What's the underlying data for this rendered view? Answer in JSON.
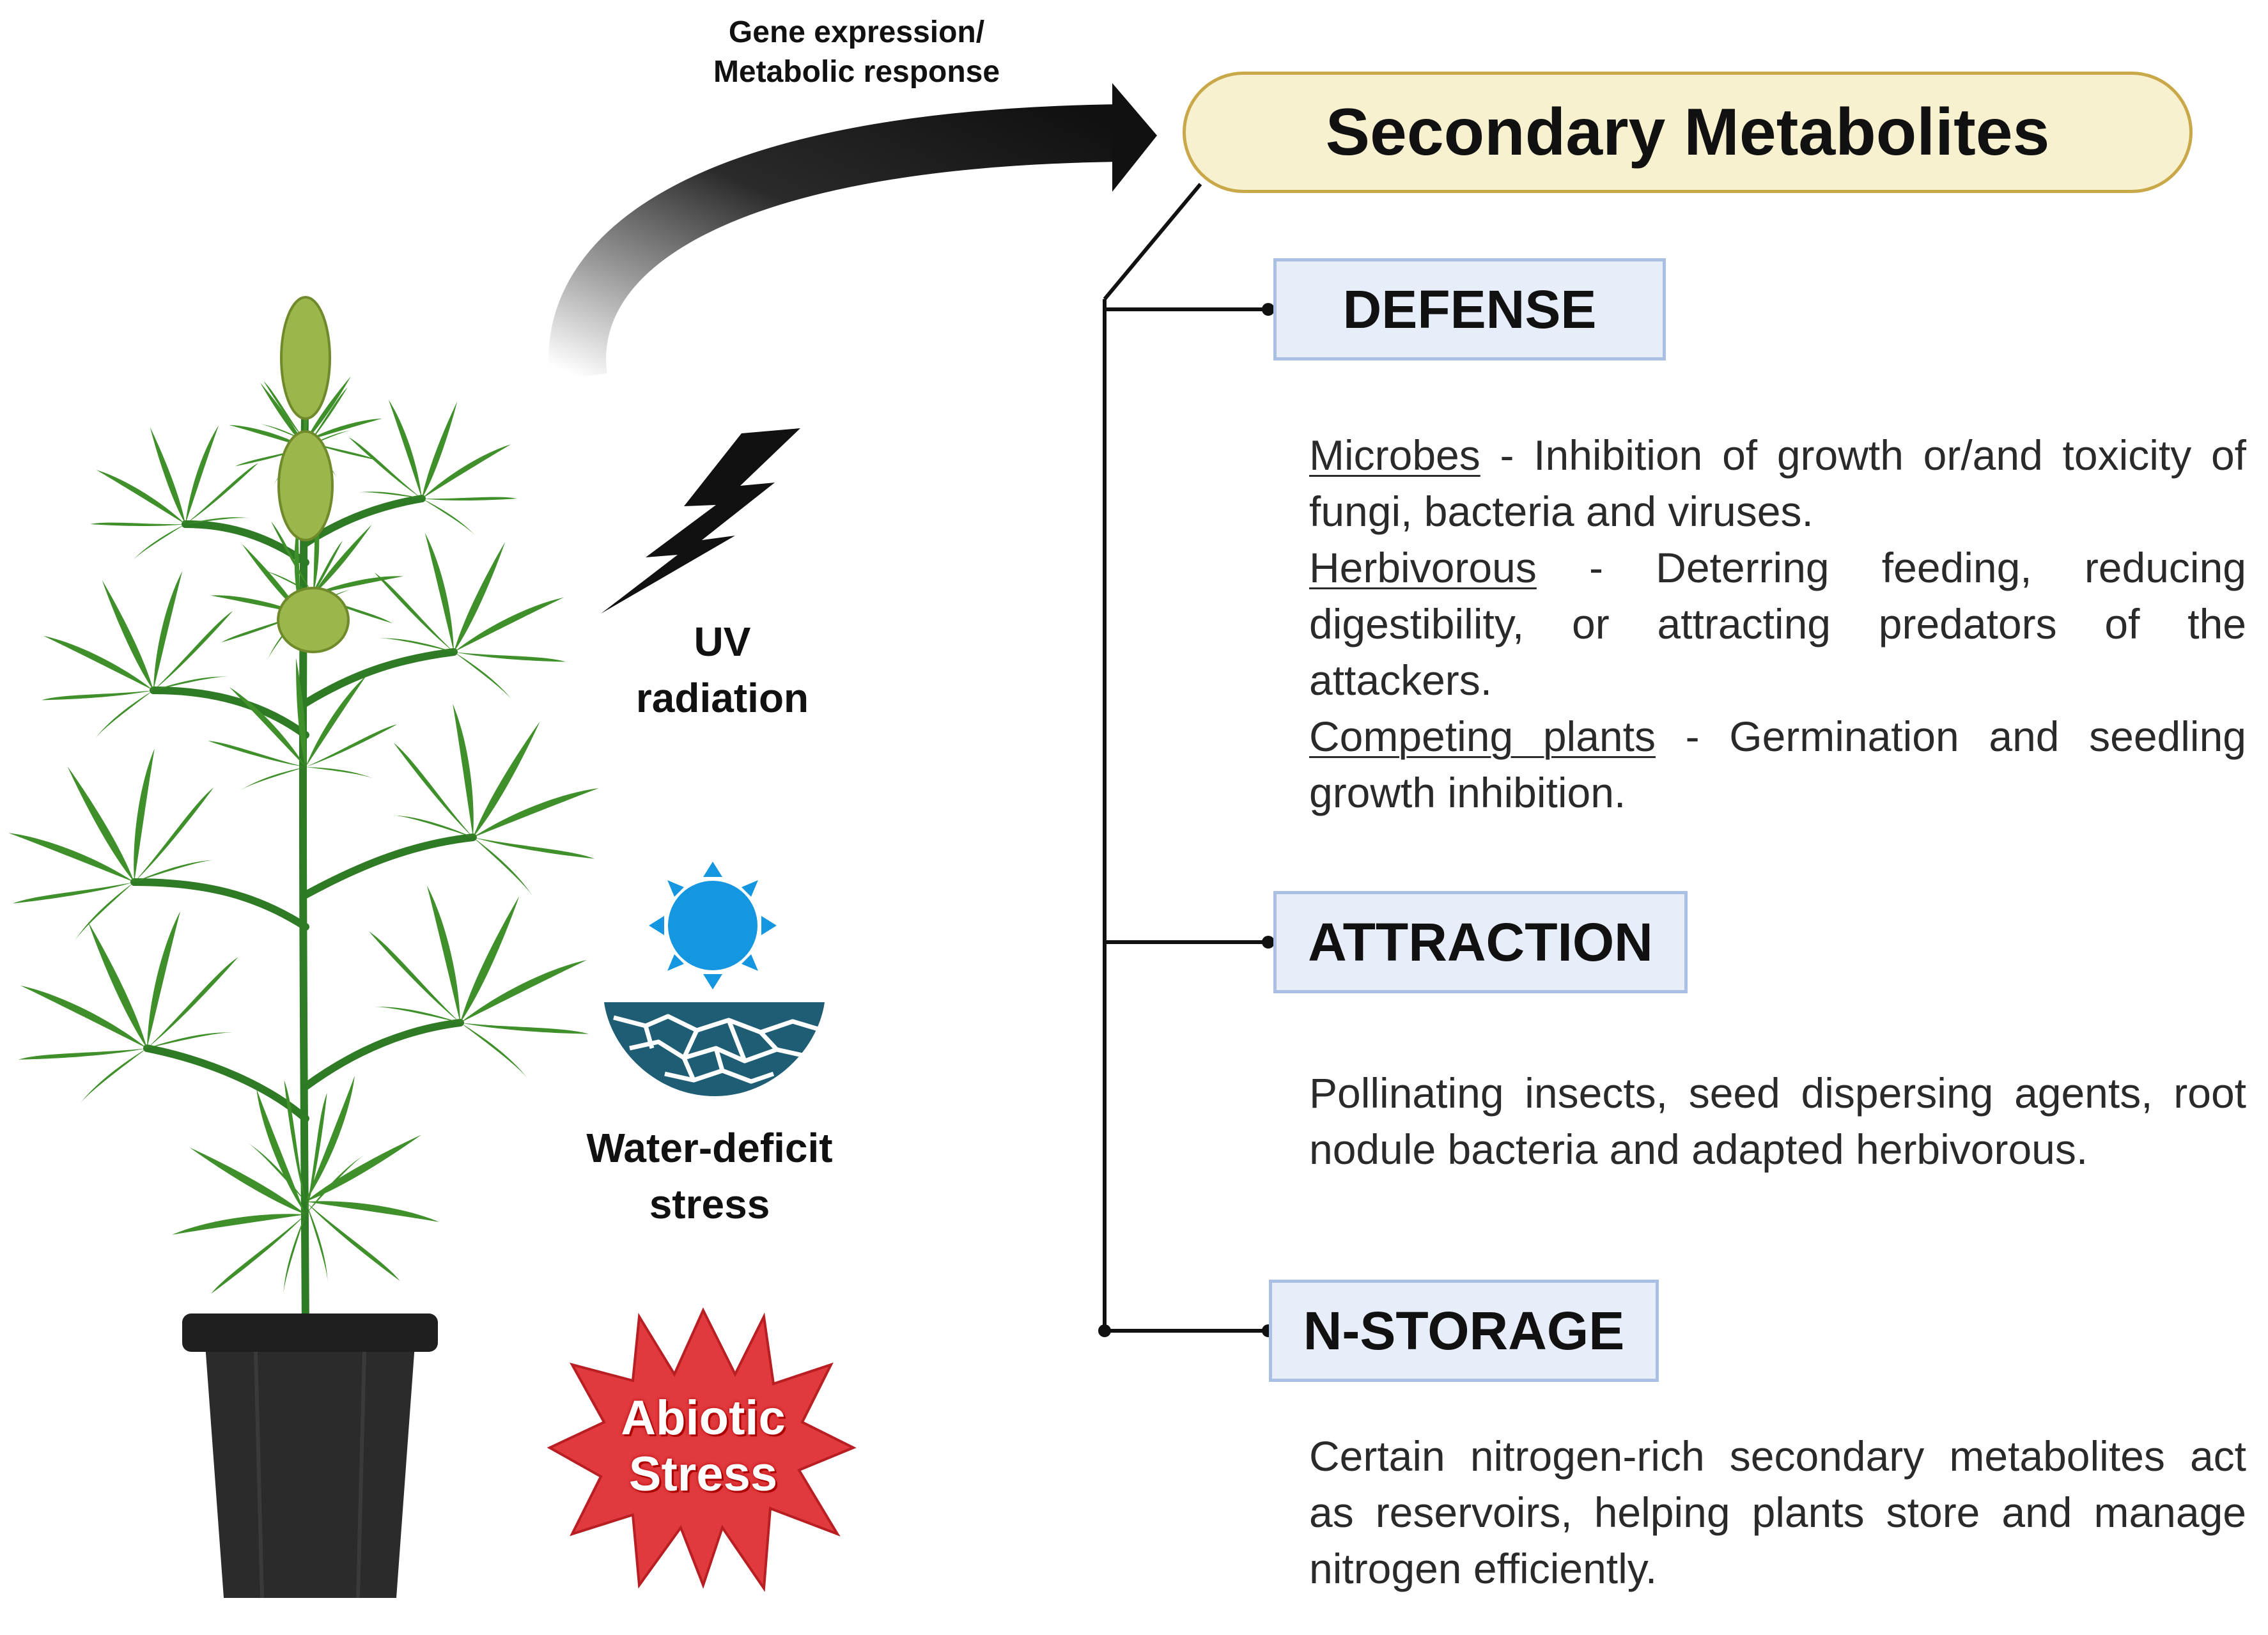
{
  "arrow_label": {
    "line1": "Gene expression/",
    "line2": "Metabolic response"
  },
  "title": "Secondary Metabolites",
  "stresses": {
    "uv": {
      "line1": "UV",
      "line2": "radiation",
      "icon": "lightning-bolt-icon"
    },
    "water": {
      "line1": "Water-deficit",
      "line2": "stress",
      "icon": "sun-and-cracked-soil-icon"
    },
    "abiotic": {
      "line1": "Abiotic",
      "line2": "Stress",
      "icon": "red-starburst-icon"
    }
  },
  "categories": {
    "defense": {
      "label": "DEFENSE",
      "items": [
        {
          "term": "Microbes",
          "text": " - Inhibition of growth or/and toxicity of fungi, bacteria and viruses."
        },
        {
          "term": "Herbivorous",
          "text": " - Deterring feeding, reducing digestibility, or attracting predators of the attackers."
        },
        {
          "term": "Competing plants",
          "text": " - Germination and seedling growth inhibition."
        }
      ]
    },
    "attraction": {
      "label": "ATTRACTION",
      "text": "Pollinating insects, seed dispersing agents, root nodule bacteria and adapted herbivorous."
    },
    "nstorage": {
      "label": "N-STORAGE",
      "text": "Certain nitrogen-rich secondary metabolites act as reservoirs, helping plants store and manage nitrogen efficiently."
    }
  },
  "colors": {
    "title_fill": "#f8f1cf",
    "title_border": "#c9a84a",
    "box_fill": "#e8eef9",
    "box_border": "#a9c0e4",
    "leaf_green": "#3f8f2a",
    "bud_green": "#9bb64a",
    "pot": "#2b2b2b",
    "sun_blue": "#1596e0",
    "soil_teal": "#1e5d74",
    "starburst_red": "#e03a3e"
  }
}
